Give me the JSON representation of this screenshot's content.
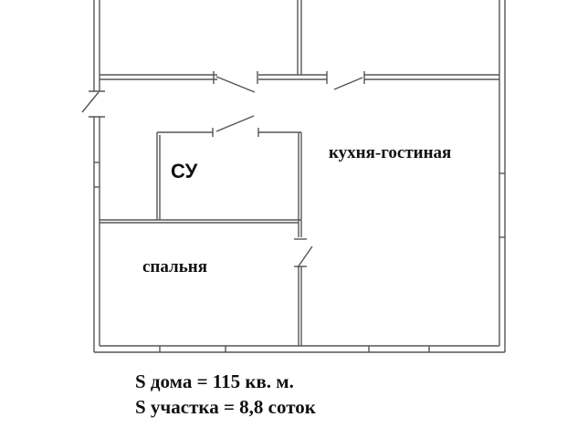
{
  "plan": {
    "rooms": {
      "bathroom": "СУ",
      "kitchen_living": "кухня-гостиная",
      "bedroom": "спальня"
    },
    "areas": {
      "house": "S дома = 115 кв. м.",
      "plot": "S участка = 8,8 соток"
    },
    "colors": {
      "walls": "#555555",
      "text": "#111111",
      "background": "#ffffff"
    }
  }
}
